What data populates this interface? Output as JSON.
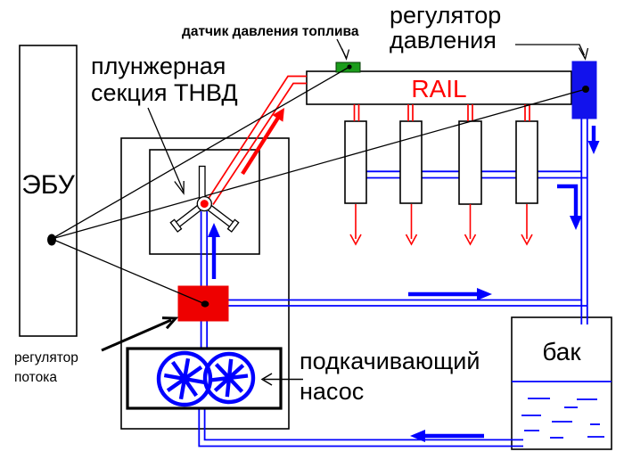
{
  "labels": {
    "ecu": "ЭБУ",
    "fuel_pressure_sensor": "датчик давления топлива",
    "pressure_regulator": [
      "регулятор",
      "давления"
    ],
    "plunger_section": [
      "плунжерная",
      "секция ТНВД"
    ],
    "rail": "RAIL",
    "flow_regulator": [
      "регулятор",
      "потока"
    ],
    "lift_pump": [
      "подкачивающий",
      "насос"
    ],
    "tank": "бак"
  },
  "colors": {
    "low_pressure_blue": "#0000ff",
    "high_pressure_red": "#ff0000",
    "signal_black": "#000000",
    "sensor_green": "#1b9c1b",
    "pressure_regulator_blue": "#1212ec",
    "flow_regulator_red": "#ee0000",
    "rail_text_red": "#ff0000",
    "background": "#ffffff"
  }
}
